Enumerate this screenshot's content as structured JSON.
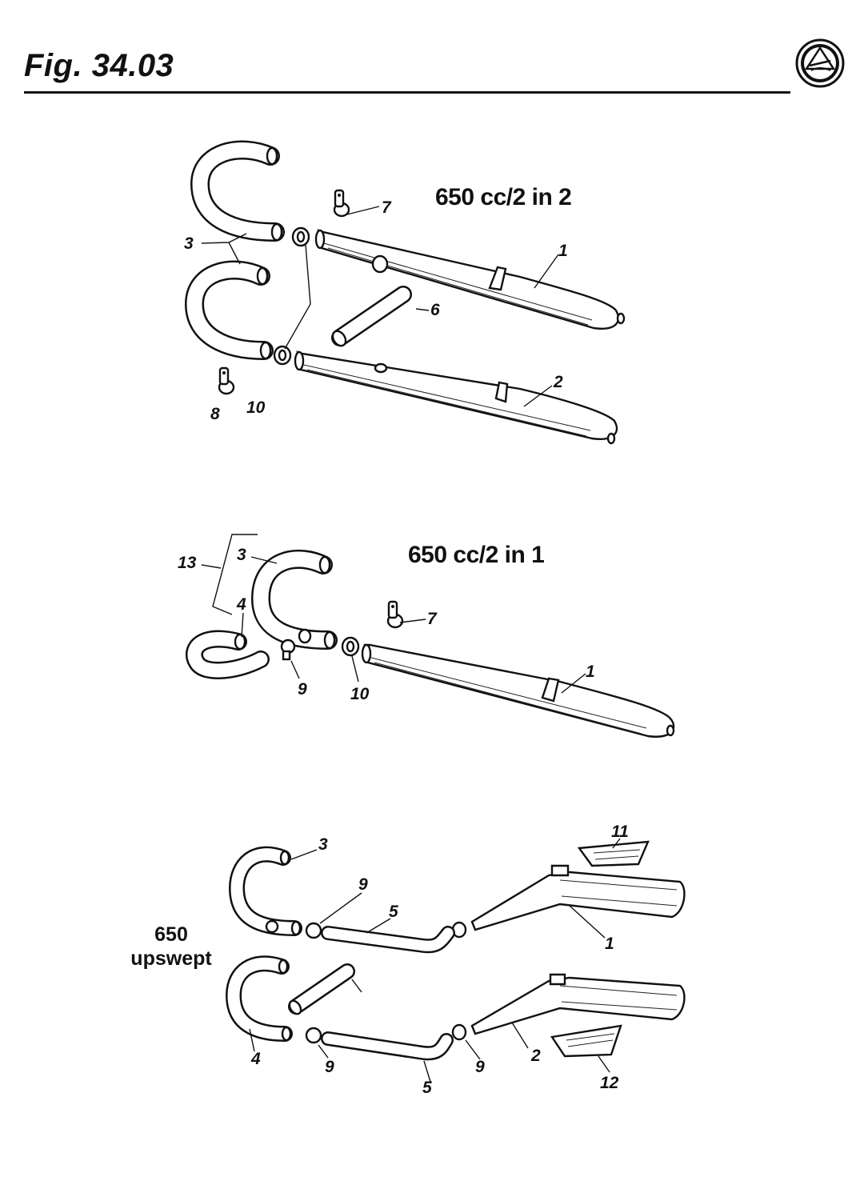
{
  "figure": {
    "title": "Fig. 34.03",
    "logo_icon": "brand-emblem-icon"
  },
  "sections": [
    {
      "id": "twin-2in2",
      "title": "650 cc/2 in 2",
      "callouts": [
        "1",
        "2",
        "3",
        "6",
        "7",
        "8",
        "10"
      ]
    },
    {
      "id": "twin-2in1",
      "title": "650 cc/2 in 1",
      "callouts": [
        "1",
        "3",
        "4",
        "7",
        "9",
        "10",
        "13"
      ]
    },
    {
      "id": "upswept",
      "title_line1": "650",
      "title_line2": "upswept",
      "callouts": [
        "1",
        "2",
        "3",
        "4",
        "5",
        "5",
        "9",
        "9",
        "9",
        "11",
        "12"
      ]
    }
  ]
}
